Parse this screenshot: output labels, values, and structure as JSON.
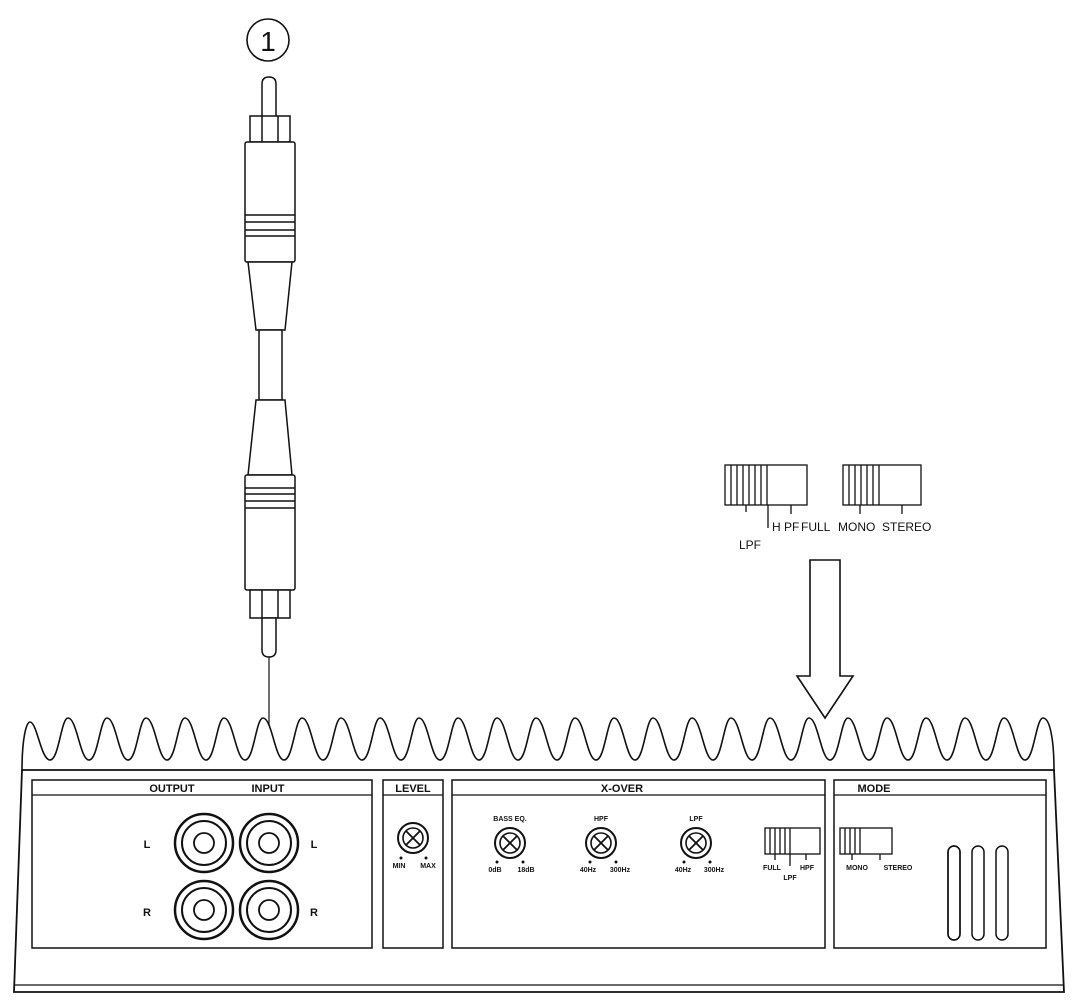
{
  "callout": {
    "number": "1"
  },
  "switch_legend": {
    "xover": {
      "hpf": "H PF",
      "full": "FULL",
      "lpf": "LPF"
    },
    "mode": {
      "mono": "MONO",
      "stereo": "STEREO"
    }
  },
  "panel": {
    "io": {
      "title_output": "OUTPUT",
      "title_input": "INPUT",
      "label_l_left": "L",
      "label_r_left": "R",
      "label_l_right": "L",
      "label_r_right": "R"
    },
    "level": {
      "title": "LEVEL",
      "min": "MIN",
      "max": "MAX"
    },
    "xover": {
      "title": "X-OVER",
      "bass_eq": {
        "title": "BASS EQ.",
        "min": "0dB",
        "max": "18dB"
      },
      "hpf": {
        "title": "HPF",
        "min": "40Hz",
        "max": "300Hz"
      },
      "lpf": {
        "title": "LPF",
        "min": "40Hz",
        "max": "300Hz"
      },
      "switch": {
        "full": "FULL",
        "hpf": "HPF",
        "lpf": "LPF"
      }
    },
    "mode": {
      "title": "MODE",
      "mono": "MONO",
      "stereo": "STEREO"
    }
  }
}
